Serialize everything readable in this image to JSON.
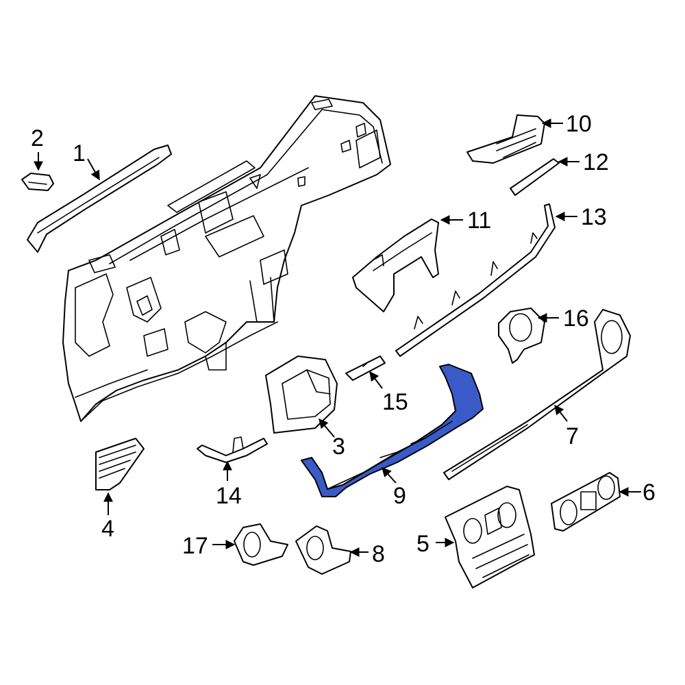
{
  "diagram": {
    "highlight_color": "#3a5bc7",
    "outline_color": "#000000",
    "highlighted_part": "9",
    "parts": [
      {
        "id": "p1",
        "label": "1"
      },
      {
        "id": "p2",
        "label": "2"
      },
      {
        "id": "p3",
        "label": "3"
      },
      {
        "id": "p4",
        "label": "4"
      },
      {
        "id": "p5",
        "label": "5"
      },
      {
        "id": "p6",
        "label": "6"
      },
      {
        "id": "p7",
        "label": "7"
      },
      {
        "id": "p8",
        "label": "8"
      },
      {
        "id": "p9",
        "label": "9"
      },
      {
        "id": "p10",
        "label": "10"
      },
      {
        "id": "p11",
        "label": "11"
      },
      {
        "id": "p12",
        "label": "12"
      },
      {
        "id": "p13",
        "label": "13"
      },
      {
        "id": "p14",
        "label": "14"
      },
      {
        "id": "p15",
        "label": "15"
      },
      {
        "id": "p16",
        "label": "16"
      },
      {
        "id": "p17",
        "label": "17"
      }
    ]
  }
}
